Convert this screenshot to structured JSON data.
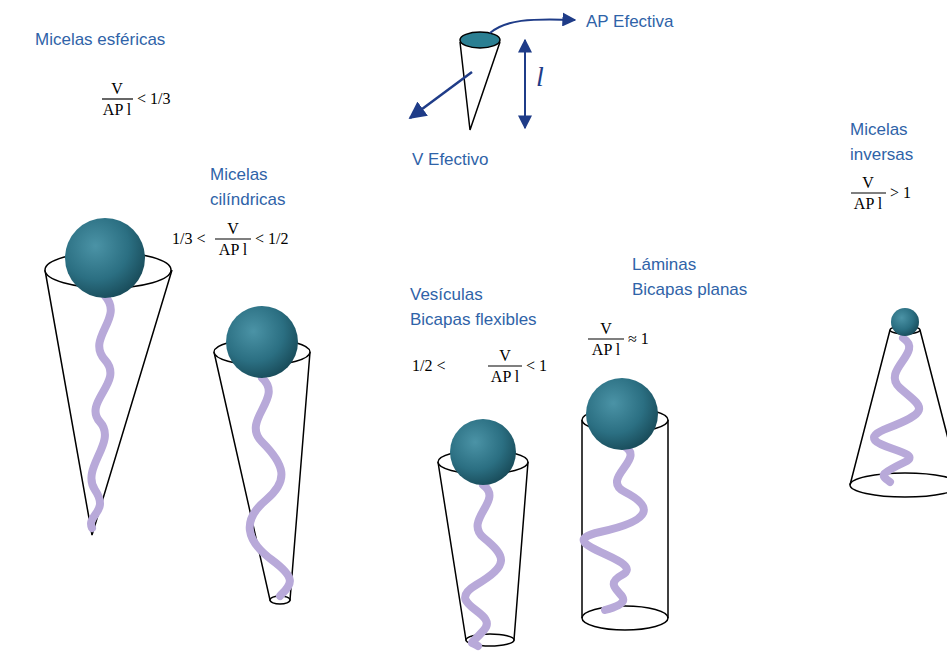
{
  "diagram": {
    "labels": [
      "AP Efectiva",
      "l",
      "V Efectivo",
      "Micelas esféricas",
      "V",
      "AP l",
      "< 1/3",
      "Micelas",
      "cilíndricas",
      "1/3 <",
      "V",
      "AP l",
      "< 1/2",
      "Vesículas",
      "Bicapas flexibles",
      "1/2 <",
      "V",
      "AP l",
      "< 1",
      "Láminas",
      "Bicapas planas",
      "V",
      "AP l",
      "≈ 1",
      "Micelas",
      "inversas",
      "V",
      "AP l",
      "> 1"
    ]
  }
}
